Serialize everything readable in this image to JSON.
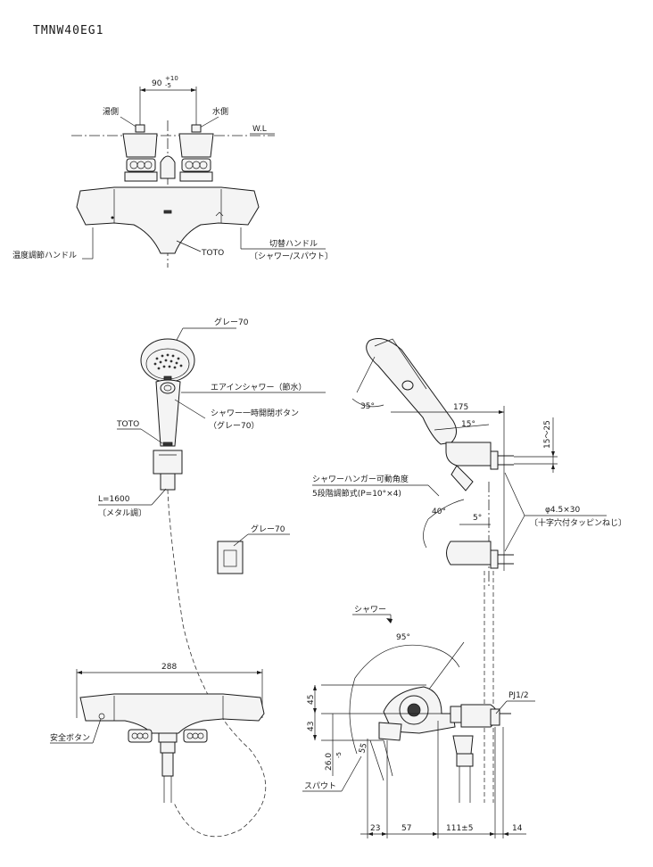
{
  "model": "TMNW40EG1",
  "front_view": {
    "pitch": "90",
    "pitch_tol_plus": "+10",
    "pitch_tol_minus": "-5",
    "hot_side": "湯側",
    "cold_side": "水側",
    "water_line": "W.L",
    "brand": "TOTO",
    "temp_handle": "温度調節ハンドル",
    "switch_handle": "切替ハンドル",
    "switch_handle_sub": "〔シャワー/スパウト〕"
  },
  "shower_head": {
    "color": "グレー70",
    "air_in": "エアインシャワー（節水）",
    "stop_button": "シャワー一時開閉ボタン",
    "stop_button_color": "（グレー70）",
    "brand": "TOTO",
    "hose_length": "L=1600",
    "hose_type": "〔メタル調〕",
    "hanger_color": "グレー70"
  },
  "side_view": {
    "angle_head": "35°",
    "dim_175": "175",
    "angle_15": "15°",
    "dim_15_25": "15〜25",
    "hanger_angle": "シャワーハンガー可動角度",
    "hanger_steps": "5段階調節式(P=10°×4)",
    "angle_40": "40°",
    "angle_5": "5°",
    "screw": "φ4.5×30",
    "screw_sub": "〔十字穴付タッピンねじ〕"
  },
  "bottom_front": {
    "width": "288",
    "safety_button": "安全ボタン"
  },
  "bottom_side": {
    "shower": "シャワー",
    "angle_95": "95°",
    "pj": "PJ1/2",
    "dim_45": "45",
    "dim_43": "43",
    "dim_26": "26.0",
    "dim_26_tol": "-5",
    "dim_55": "55",
    "spout": "スパウト",
    "dim_23": "23",
    "dim_57": "57",
    "dim_111": "111±5",
    "dim_14": "14"
  },
  "colors": {
    "line": "#1a1a1a",
    "fill": "#f4f4f4"
  }
}
